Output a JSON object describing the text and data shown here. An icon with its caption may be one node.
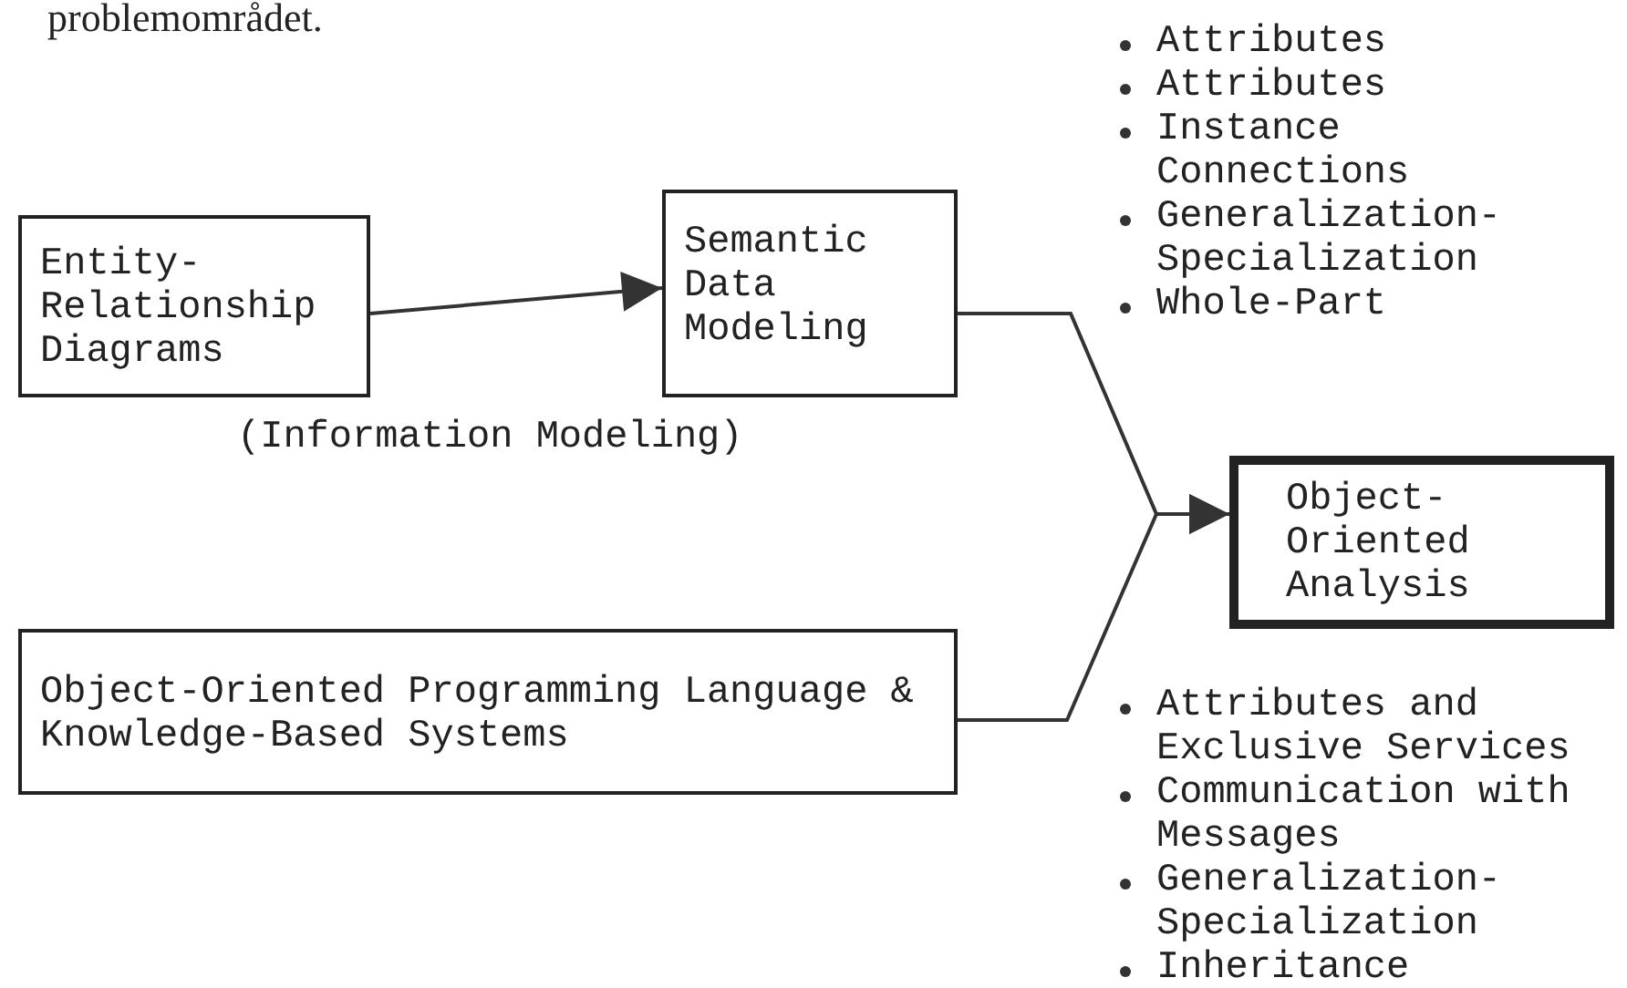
{
  "diagram": {
    "nodes": [
      {
        "text": [
          "Entity-Relationship Diagrams"
        ]
      },
      {
        "text": [
          "Semantic Data Modeling"
        ]
      },
      {
        "text": [
          "Object-Oriented Analysis"
        ]
      },
      {
        "text": [
          "Object-Oriented Programming Language & Knowledge-Based Systems"
        ]
      }
    ],
    "edges": [
      {
        "from": 0,
        "to": 1,
        "arrow": "to"
      },
      {
        "from": 1,
        "to": 2,
        "arrow": "to"
      },
      {
        "from": 3,
        "to": 2,
        "arrow": "to"
      }
    ],
    "labels": [
      "problemområdet.",
      "Attributes",
      "Attributes",
      "Instance Connections",
      "Generalization-Specialization",
      "Whole-Part",
      "(Information Modeling)",
      "Attributes and Exclusive Services",
      "Communication with Messages",
      "Generalization-Specialization",
      "Inheritance"
    ]
  }
}
